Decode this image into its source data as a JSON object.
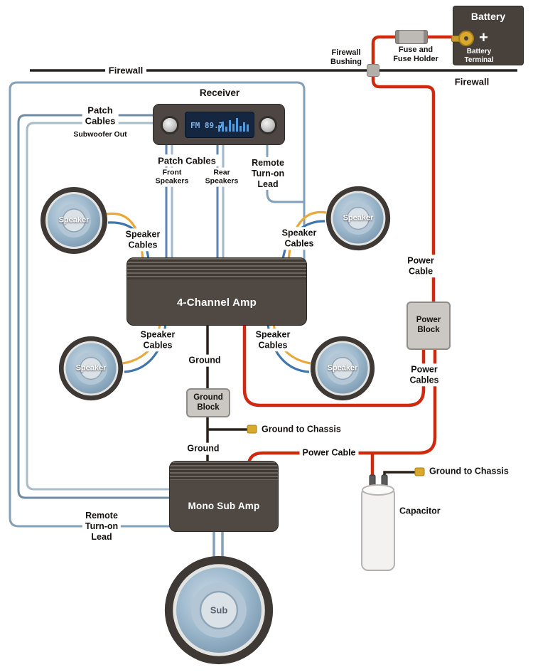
{
  "colors": {
    "power_wire": "#cf2a10",
    "ground_wire": "#2a2018",
    "signal_wire": "#84a0b8",
    "speaker_wire_orange": "#eaa838",
    "speaker_wire_blue": "#3f75ad",
    "gold_terminal": "#d8a92c",
    "component_body": "#4f4843"
  },
  "firewall": {
    "left": "Firewall",
    "right": "Firewall",
    "bushing": "Firewall\nBushing"
  },
  "battery": {
    "name": "Battery",
    "plus": "+",
    "terminal": "Battery\nTerminal",
    "fuse": "Fuse and\nFuse Holder"
  },
  "receiver": {
    "name": "Receiver",
    "display_freq": "FM 89.7"
  },
  "cables": {
    "patch_sub_title": "Patch\nCables",
    "patch_sub_sub": "Subwoofer Out",
    "patch_mid_title": "Patch Cables",
    "patch_front": "Front\nSpeakers",
    "patch_rear": "Rear\nSpeakers",
    "remote_top": "Remote\nTurn-on\nLead",
    "remote_bottom": "Remote\nTurn-on\nLead",
    "speaker_cables": "Speaker\nCables",
    "power_cable_vert": "Power\nCable",
    "power_cables": "Power\nCables",
    "power_cable_mid": "Power Cable",
    "ground_top": "Ground",
    "ground_bottom": "Ground",
    "ground_chassis_mid": "Ground to Chassis",
    "ground_chassis_cap": "Ground to Chassis"
  },
  "components": {
    "amp4": "4-Channel Amp",
    "mono_amp": "Mono Sub Amp",
    "power_block": "Power\nBlock",
    "ground_block": "Ground\nBlock",
    "capacitor": "Capacitor",
    "speaker": "Speaker",
    "sub": "Sub"
  }
}
